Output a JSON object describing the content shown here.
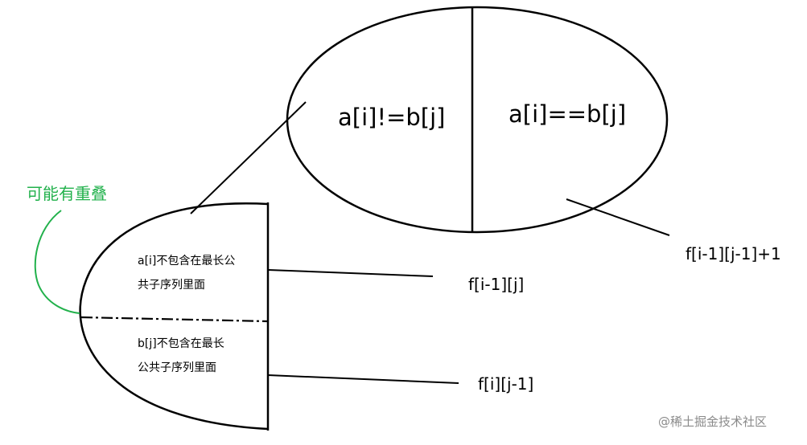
{
  "condition_neq": "a[i]!=b[j]",
  "condition_eq": "a[i]==b[j]",
  "result_eq": "f[i-1][j-1]+1",
  "overlap_note": "可能有重叠",
  "case_a_line1": "a[i]不包含在最长公",
  "case_a_line2": "共子序列里面",
  "case_b_line1": "b[j]不包含在最长",
  "case_b_line2": "公共子序列里面",
  "result_a": "f[i-1][j]",
  "result_b": "f[i][j-1]",
  "watermark": "@稀土掘金技术社区",
  "colors": {
    "ink": "#000000",
    "note": "#22b14c",
    "watermark": "#8a8a8a"
  }
}
